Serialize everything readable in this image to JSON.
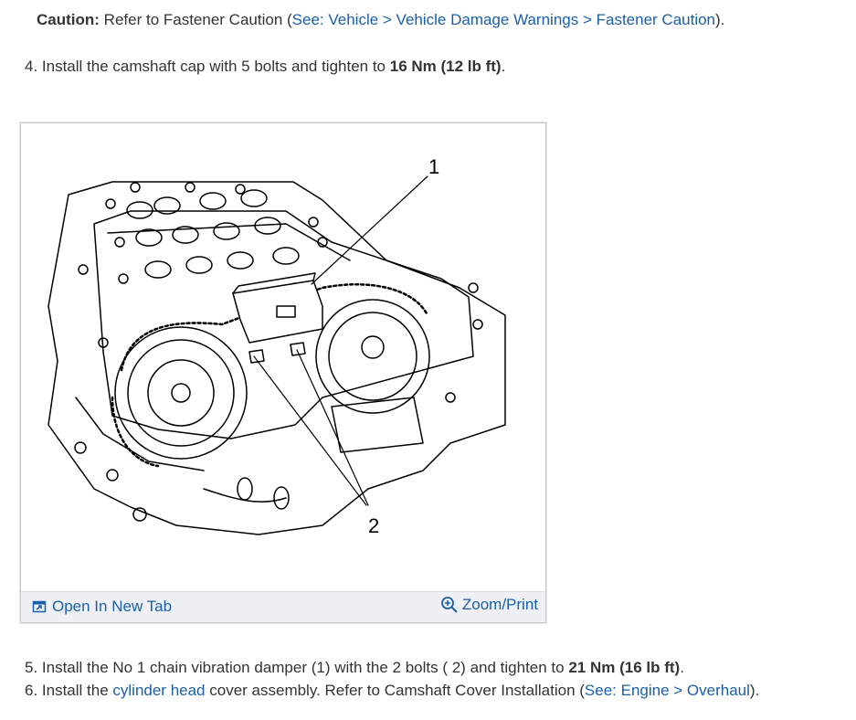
{
  "caution": {
    "label": "Caution:",
    "text": "Refer to Fastener Caution (",
    "link": "See: Vehicle > Vehicle Damage Warnings > Fastener Caution",
    "close": ")."
  },
  "step4": {
    "text": "4. Install the camshaft cap with 5 bolts and tighten to ",
    "torque": "16 Nm (12 lb ft)",
    "end": "."
  },
  "figure": {
    "callout_1": "1",
    "callout_2": "2",
    "open_tab_label": "Open In New Tab",
    "zoom_label": "Zoom/Print",
    "icons": [
      "open-in-new-tab-icon",
      "zoom-icon"
    ]
  },
  "step5": {
    "text": "5. Install the No 1 chain vibration damper (1) with the 2 bolts ( 2) and tighten to ",
    "torque": "21 Nm (16 lb ft)",
    "end": "."
  },
  "step6": {
    "text_a": "6. Install the ",
    "link_a": "cylinder head",
    "text_b": " cover assembly. Refer to Camshaft Cover Installation (",
    "link_b": "See: Engine > Overhaul",
    "close": ")."
  }
}
